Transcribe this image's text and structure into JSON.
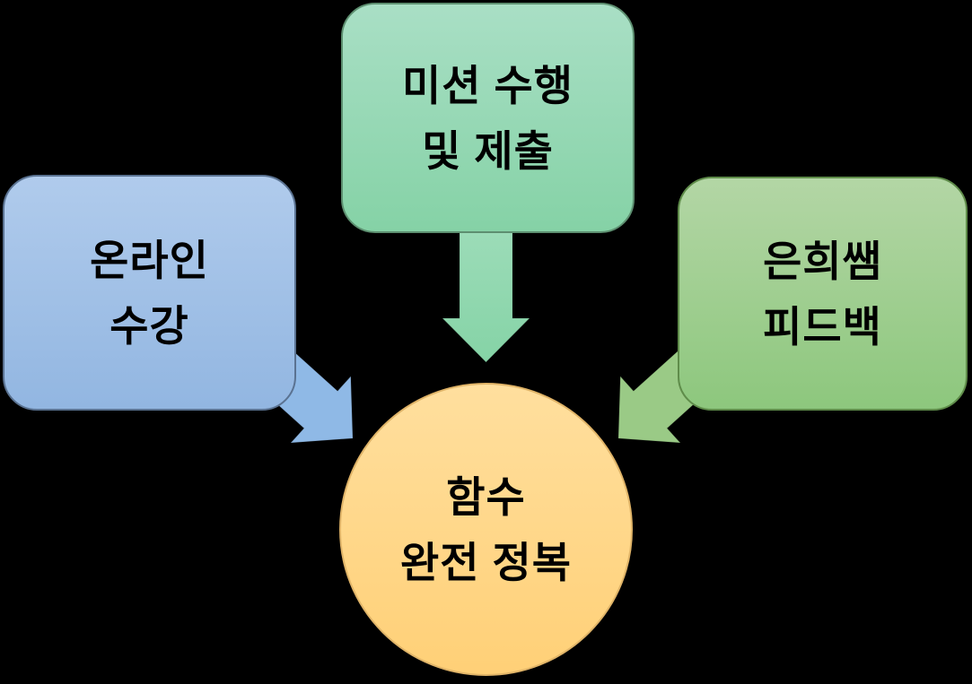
{
  "diagram": {
    "background_color": "#000000",
    "text_color": "#000000",
    "nodes": {
      "online": {
        "lines": [
          "온라인",
          "수강"
        ],
        "fill_top": "#b0cbec",
        "fill_bottom": "#92b6e1",
        "border": "#5a7291"
      },
      "mission": {
        "lines": [
          "미션 수행",
          "및 제출"
        ],
        "fill_top": "#a9dfc5",
        "fill_bottom": "#85d2a6",
        "border": "#5d8f70"
      },
      "feedback": {
        "lines": [
          "은희쌤",
          "피드백"
        ],
        "fill_top": "#b3d6a5",
        "fill_bottom": "#8dc77d",
        "border": "#5f8c4a"
      },
      "goal": {
        "lines": [
          "함수",
          "완전 정복"
        ],
        "fill_top": "#ffdf9e",
        "fill_bottom": "#ffd077",
        "border": "#e0b468"
      }
    },
    "arrows": {
      "online_to_goal": {
        "color": "#8fb9e6"
      },
      "mission_to_goal": {
        "color_top": "#9cdcb8",
        "color_bottom": "#85d3a6"
      },
      "feedback_to_goal": {
        "color": "#9aca86"
      }
    }
  }
}
